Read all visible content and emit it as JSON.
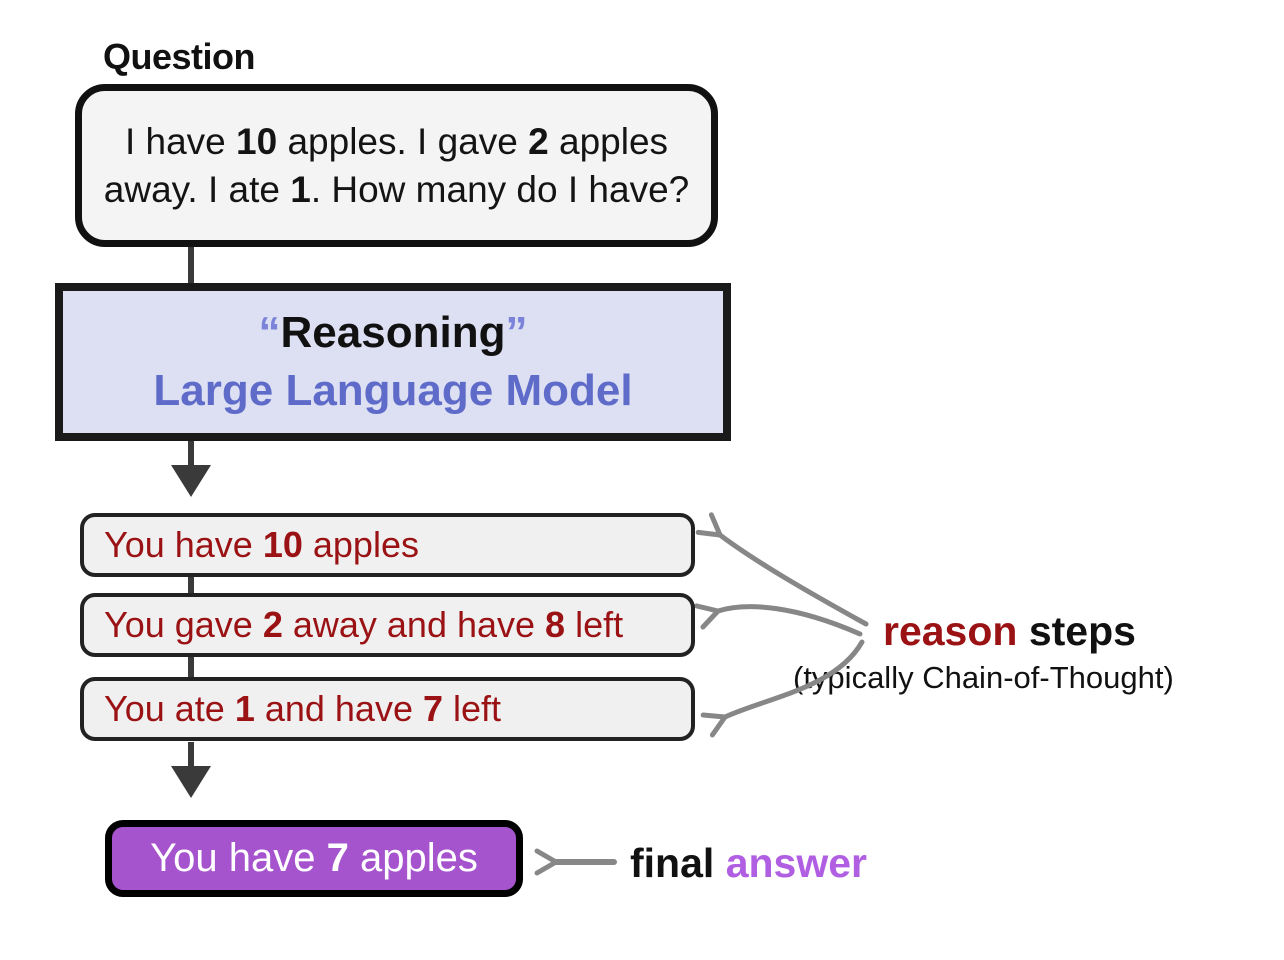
{
  "colors": {
    "dark_red": "#9b1215",
    "purple_box": "#a654ce",
    "purple_text": "#b15fe2",
    "lavender_bg": "#dde0f3",
    "blue_subtitle": "#5f6bc9",
    "blue_quotes": "#7b84d8",
    "gray_arrow": "#878787",
    "dark_connector": "#3a3a3a",
    "box_bg": "#f0f0f0"
  },
  "question": {
    "label": "Question",
    "line1": [
      {
        "text": "I have "
      },
      {
        "text": "10",
        "bold": true
      },
      {
        "text": " apples. I gave "
      },
      {
        "text": "2",
        "bold": true
      },
      {
        "text": " apples"
      }
    ],
    "line2": [
      {
        "text": "away. I ate "
      },
      {
        "text": "1",
        "bold": true
      },
      {
        "text": ". How many do I have?"
      }
    ]
  },
  "llm": {
    "quote_open": "“",
    "title": "Reasoning",
    "quote_close": "”",
    "subtitle": "Large Language Model"
  },
  "steps": [
    {
      "segments": [
        {
          "text": "You have "
        },
        {
          "text": "10",
          "bold": true
        },
        {
          "text": " apples"
        }
      ]
    },
    {
      "segments": [
        {
          "text": "You gave "
        },
        {
          "text": "2",
          "bold": true
        },
        {
          "text": " away and have "
        },
        {
          "text": "8",
          "bold": true
        },
        {
          "text": " left"
        }
      ]
    },
    {
      "segments": [
        {
          "text": "You ate "
        },
        {
          "text": "1",
          "bold": true
        },
        {
          "text": " and have "
        },
        {
          "text": "7",
          "bold": true
        },
        {
          "text": " left"
        }
      ]
    }
  ],
  "final": {
    "segments": [
      {
        "text": "You have "
      },
      {
        "text": "7",
        "bold": true
      },
      {
        "text": " apples"
      }
    ]
  },
  "annotations": {
    "reason_steps": {
      "highlight": "reason",
      "rest": " steps",
      "subtitle": "(typically Chain-of-Thought)"
    },
    "final_answer": {
      "lead": "final ",
      "highlight": "answer"
    }
  }
}
